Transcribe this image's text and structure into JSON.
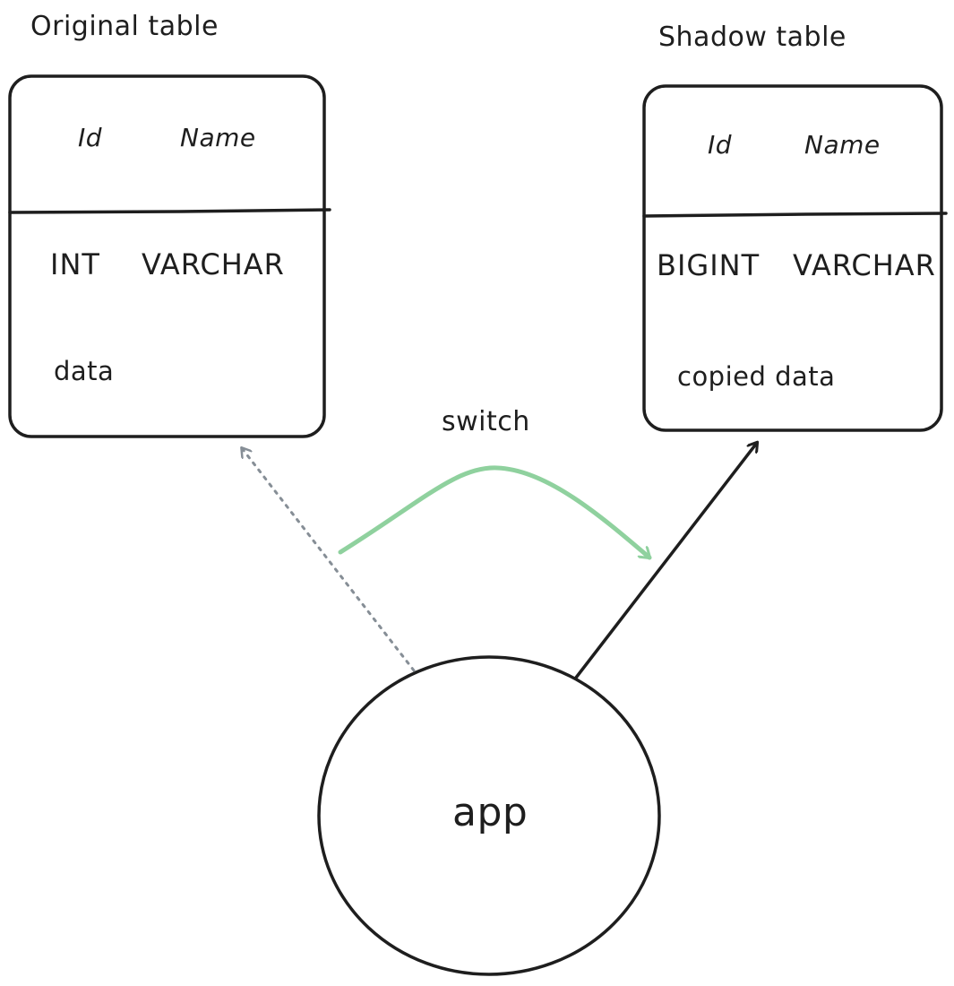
{
  "original": {
    "title": "Original table",
    "col_id": "Id",
    "col_name": "Name",
    "type_id": "INT",
    "type_name": "VARCHAR",
    "content": "data"
  },
  "shadow": {
    "title": "Shadow table",
    "col_id": "Id",
    "col_name": "Name",
    "type_id": "BIGINT",
    "type_name": "VARCHAR",
    "content": "copied data"
  },
  "switch_label": "switch",
  "app_label": "app",
  "colors": {
    "stroke": "#1e1e1e",
    "dotted": "#868e96",
    "switch": "#8fd19e"
  }
}
